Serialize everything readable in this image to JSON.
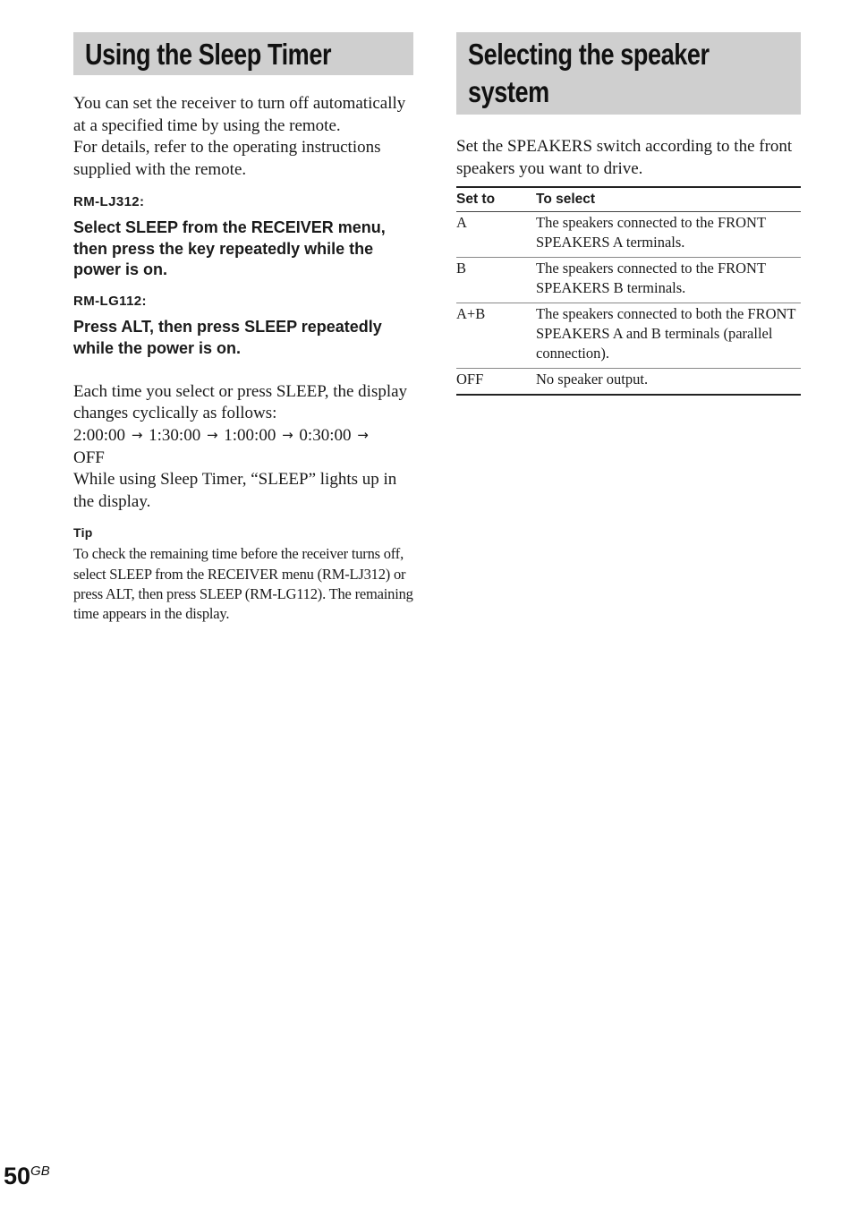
{
  "left": {
    "heading": "Using the Sleep Timer",
    "intro": [
      "You can set the receiver to turn off automatically at a specified time by using the remote.",
      "For details, refer to the operating instructions supplied with the remote."
    ],
    "model1_label": "RM-LJ312:",
    "model1_instruction": "Select SLEEP from the RECEIVER menu, then press the key repeatedly while the power is on.",
    "model2_label": "RM-LG112:",
    "model2_instruction": "Press ALT, then press SLEEP repeatedly while the power is on.",
    "cycle_intro": "Each time you select or press SLEEP, the display changes cyclically as follows:",
    "cycle_steps": [
      "2:00:00",
      "1:30:00",
      "1:00:00",
      "0:30:00",
      "OFF"
    ],
    "cycle_arrow": "→",
    "sleep_note": "While using Sleep Timer, “SLEEP” lights up in the display.",
    "tip_label": "Tip",
    "tip_text": "To check the remaining time before the receiver turns off, select SLEEP from the RECEIVER menu (RM-LJ312) or press ALT, then press SLEEP (RM-LG112). The remaining time appears in the display."
  },
  "right": {
    "heading_lines": [
      "Selecting the speaker",
      "system"
    ],
    "intro": "Set the SPEAKERS switch according to the front speakers you want to drive.",
    "table": {
      "headers": [
        "Set to",
        "To select"
      ],
      "rows": [
        [
          "A",
          "The speakers connected to the FRONT SPEAKERS A terminals."
        ],
        [
          "B",
          "The speakers connected to the FRONT SPEAKERS B terminals."
        ],
        [
          "A+B",
          "The speakers connected to both the FRONT SPEAKERS A and B terminals (parallel connection)."
        ],
        [
          "OFF",
          "No speaker output."
        ]
      ]
    }
  },
  "footer": {
    "page_number": "50",
    "page_suffix": "GB"
  }
}
